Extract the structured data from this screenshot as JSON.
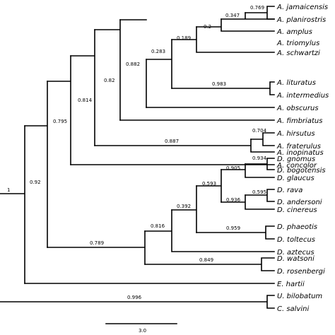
{
  "tree": {
    "taxa": [
      "A. jamaicensis",
      "A. planirostris",
      "A. amplus",
      "A. triomylus",
      "A. schwartzi",
      "A. lituratus",
      "A. intermedius",
      "A. obscurus",
      "A. fimbriatus",
      "A. hirsutus",
      "A. fraterulus",
      "A. inopinatus",
      "A. concolor",
      "D. gnomus",
      "D. bogotensis",
      "D. glaucus",
      "D. rava",
      "D. andersoni",
      "D. cinereus",
      "D. phaeotis",
      "D. toltecus",
      "D. aztecus",
      "D. watsoni",
      "D. rosenbergi",
      "E. hartii",
      "U. bilobatum",
      "C. salvini"
    ],
    "supports": {
      "s_0769": "0.769",
      "s_0347": "0.347",
      "s_02": "0.2",
      "s_0189": "0.189",
      "s_0983": "0.983",
      "s_0283": "0.283",
      "s_0882": "0.882",
      "s_082": "0.82",
      "s_0704": "0.704",
      "s_0887": "0.887",
      "s_0814": "0.814",
      "s_0795": "0.795",
      "s_0934": "0.934",
      "s_0905": "0.905",
      "s_0595": "0.595",
      "s_0936": "0.936",
      "s_0593": "0.593",
      "s_0959": "0.959",
      "s_0392": "0.392",
      "s_0816": "0.816",
      "s_0849": "0.849",
      "s_0789": "0.789",
      "s_092": "0.92",
      "s_1": "1",
      "s_0996": "0.996"
    },
    "scale_label": "3.0"
  }
}
